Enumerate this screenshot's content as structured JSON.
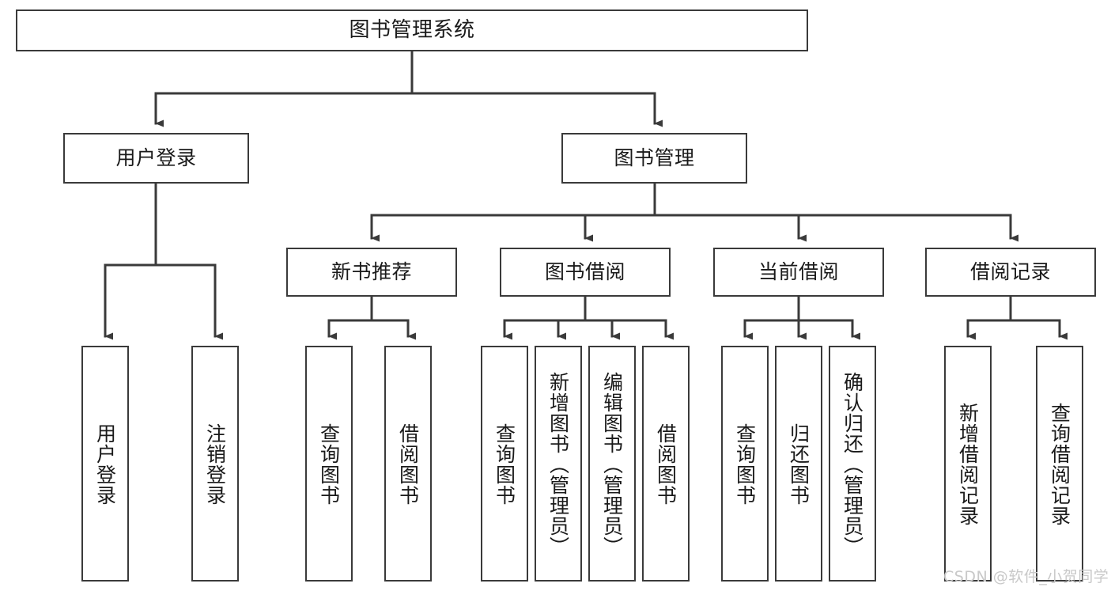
{
  "diagram": {
    "type": "tree",
    "title": "图书管理系统",
    "orientation": "top-down",
    "colors": {
      "node_border": "#3a3a3a",
      "node_fill": "#ffffff",
      "connector": "#3a3a3a",
      "text": "#1a1a1a",
      "watermark": "#c9c9c9",
      "background": "#ffffff"
    },
    "levels": [
      {
        "level": 1,
        "text_orientation": "horizontal"
      },
      {
        "level": 2,
        "text_orientation": "horizontal"
      },
      {
        "level": 3,
        "text_orientation": "horizontal"
      },
      {
        "level": 4,
        "text_orientation": "vertical"
      }
    ]
  },
  "nodes": {
    "root": {
      "label": "图书管理系统"
    },
    "level2": [
      {
        "id": "user-login",
        "label": "用户登录"
      },
      {
        "id": "book-manage",
        "label": "图书管理"
      }
    ],
    "level3": [
      {
        "id": "new-book-recommend",
        "label": "新书推荐"
      },
      {
        "id": "book-borrow",
        "label": "图书借阅"
      },
      {
        "id": "current-borrow",
        "label": "当前借阅"
      },
      {
        "id": "borrow-record",
        "label": "借阅记录"
      }
    ],
    "leaves": {
      "user_login": [
        {
          "id": "leaf-user-login",
          "label": "用户登录"
        },
        {
          "id": "leaf-logout-login",
          "label": "注销登录"
        }
      ],
      "new_book_recommend": [
        {
          "id": "leaf-query-book-1",
          "label": "查询图书"
        },
        {
          "id": "leaf-borrow-book-1",
          "label": "借阅图书"
        }
      ],
      "book_borrow": [
        {
          "id": "leaf-query-book-2",
          "label": "查询图书"
        },
        {
          "id": "leaf-add-book",
          "label": "新增图书（管理员）"
        },
        {
          "id": "leaf-edit-book",
          "label": "编辑图书（管理员）"
        },
        {
          "id": "leaf-borrow-book-2",
          "label": "借阅图书"
        }
      ],
      "current_borrow": [
        {
          "id": "leaf-query-book-3",
          "label": "查询图书"
        },
        {
          "id": "leaf-return-book",
          "label": "归还图书"
        },
        {
          "id": "leaf-confirm-return",
          "label": "确认归还（管理员）"
        }
      ],
      "borrow_record": [
        {
          "id": "leaf-add-borrow-record",
          "label": "新增借阅记录"
        },
        {
          "id": "leaf-query-borrow-record",
          "label": "查询借阅记录"
        }
      ]
    }
  },
  "watermark": {
    "text": "CSDN @软件_小贺同学"
  }
}
